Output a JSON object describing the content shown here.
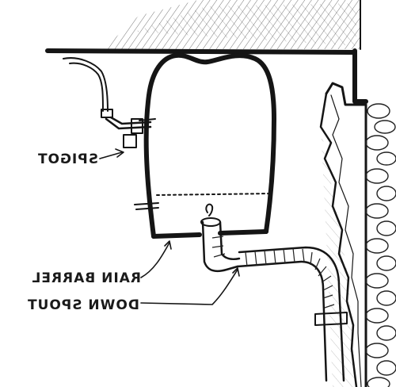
{
  "labels": {
    "spigot": "SPIGOT",
    "rain_barrel": "RAIN BARREL",
    "down_spout": "DOWN SPOUT"
  },
  "colors": {
    "ink": "#151515",
    "paper": "#ffffff"
  }
}
